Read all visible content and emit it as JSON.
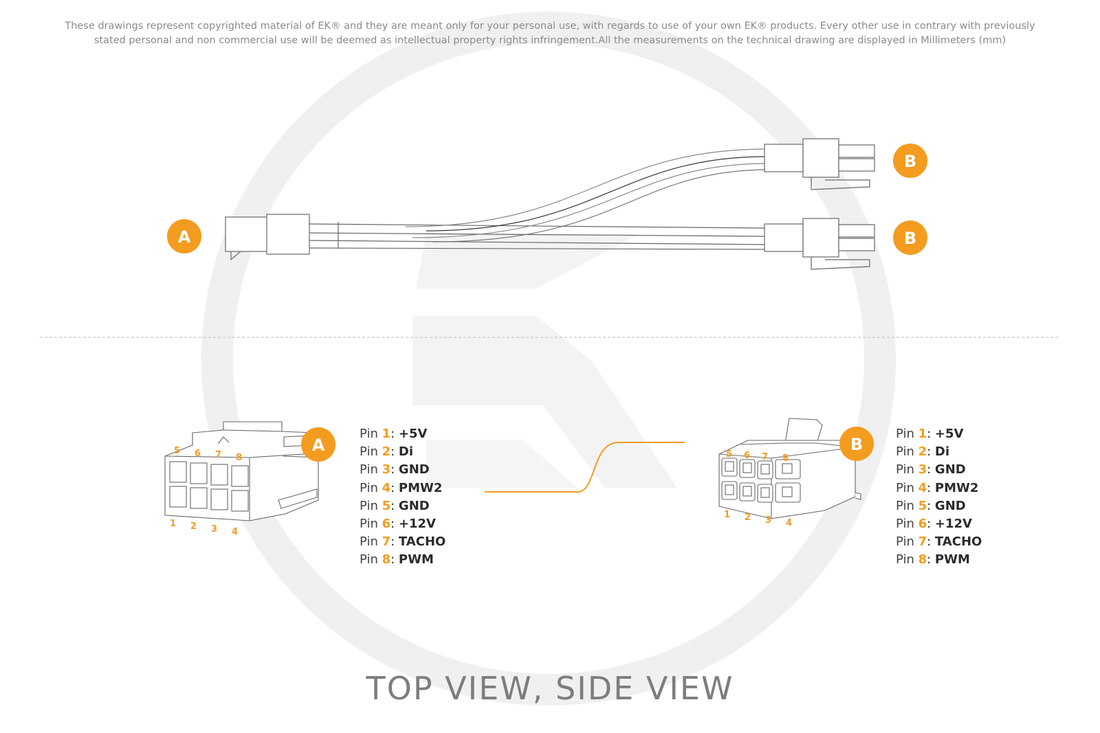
{
  "disclaimer": {
    "line1": "These drawings represent copyrighted material of EK® and they are meant only for your personal use, with regards to use of  your own EK® products. Every other use in contrary with previously",
    "line2": "stated personal and non commercial use will be deemed as intellectual property rights infringement.All the measurements on the technical drawing are displayed in Millimeters (mm)"
  },
  "labels": {
    "a": "A",
    "b": "B"
  },
  "pin_prefix": "Pin ",
  "pins": [
    {
      "num": "1",
      "sep": ": ",
      "signal": "+5V"
    },
    {
      "num": "2",
      "sep": ": ",
      "signal": "Di"
    },
    {
      "num": "3",
      "sep": ": ",
      "signal": "GND"
    },
    {
      "num": "4",
      "sep": ": ",
      "signal": "PMW2"
    },
    {
      "num": "5",
      "sep": ": ",
      "signal": "GND"
    },
    {
      "num": "6",
      "sep": ": ",
      "signal": "+12V"
    },
    {
      "num": "7",
      "sep": ": ",
      "signal": "TACHO"
    },
    {
      "num": "8",
      "sep": ": ",
      "signal": "PWM"
    }
  ],
  "connector_a_pins": {
    "top": [
      "5",
      "6",
      "7",
      "8"
    ],
    "bottom": [
      "1",
      "2",
      "3",
      "4"
    ]
  },
  "connector_b_pins": {
    "top": [
      "5",
      "6",
      "7",
      "8"
    ],
    "bottom": [
      "1",
      "2",
      "3",
      "4"
    ]
  },
  "footer_title": "TOP VIEW, SIDE VIEW",
  "colors": {
    "accent": "#f39c1f",
    "watermark": "#efefef",
    "line": "#555555"
  },
  "icons": [
    "ek-watermark-logo"
  ]
}
